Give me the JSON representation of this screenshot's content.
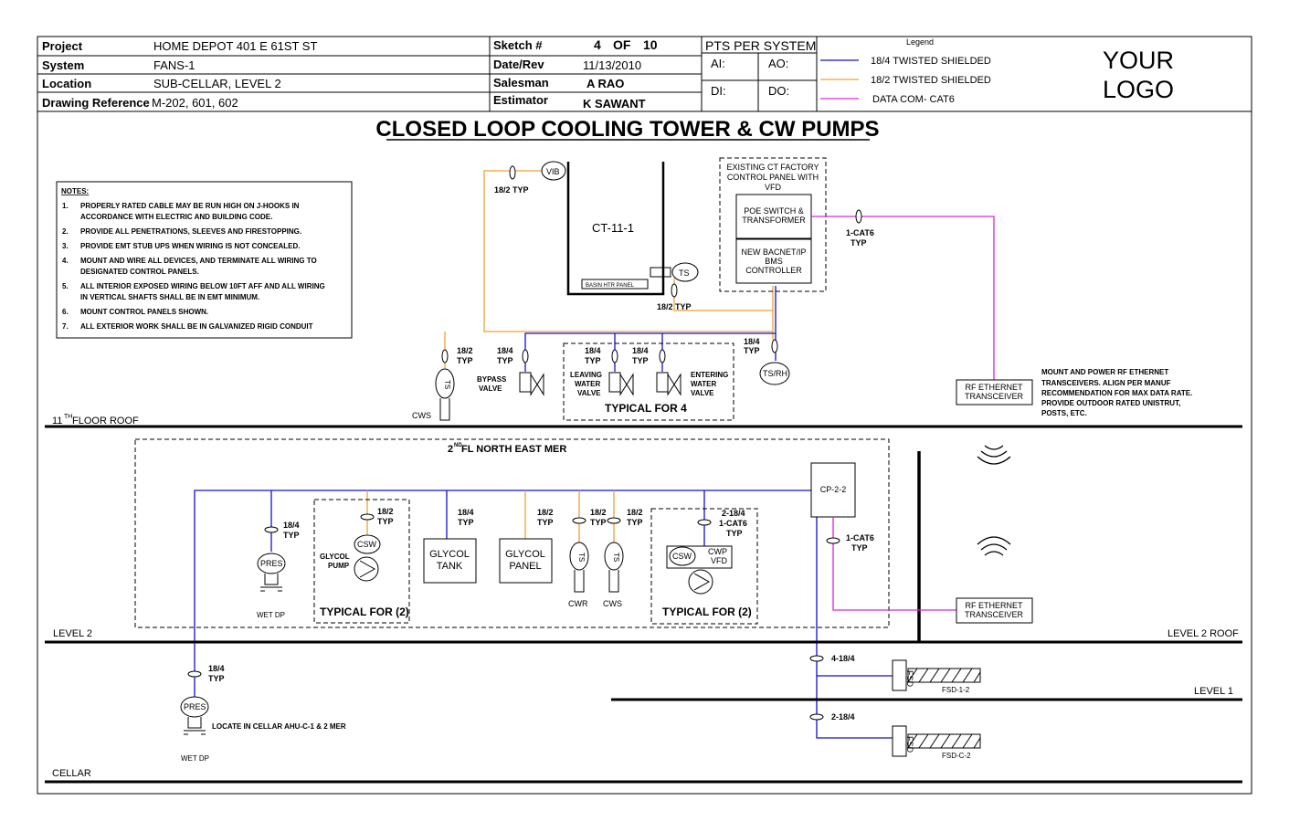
{
  "header": {
    "project_label": "Project",
    "project_value": "HOME DEPOT 401 E 61ST ST",
    "system_label": "System",
    "system_value": "FANS-1",
    "location_label": "Location",
    "location_value": "SUB-CELLAR, LEVEL 2",
    "drawing_ref_label": "Drawing Reference",
    "drawing_ref_value": "M-202, 601, 602",
    "sketch_label": "Sketch #",
    "sketch_num": "4",
    "sketch_of": "OF",
    "sketch_total": "10",
    "date_label": "Date/Rev",
    "date_value": "11/13/2010",
    "salesman_label": "Salesman",
    "salesman_value": "A RAO",
    "estimator_label": "Estimator",
    "estimator_value": "K SAWANT",
    "pts_title": "PTS PER SYSTEM",
    "ai_label": "AI:",
    "ao_label": "AO:",
    "di_label": "DI:",
    "do_label": "DO:"
  },
  "legend": {
    "title": "Legend",
    "items": [
      {
        "label": "18/4 TWISTED SHIELDED",
        "color": "#1010d0"
      },
      {
        "label": "18/2 TWISTED SHIELDED",
        "color": "#f0a030"
      },
      {
        "label": "DATA COM- CAT6",
        "color": "#e020e0"
      }
    ]
  },
  "logo": {
    "line1": "YOUR",
    "line2": "LOGO"
  },
  "title": "CLOSED LOOP COOLING TOWER & CW PUMPS",
  "notes": {
    "heading": "NOTES:",
    "items": [
      {
        "num": "1.",
        "l1": "PROPERLY RATED CABLE MAY BE RUN HIGH ON J-HOOKS IN",
        "l2": "ACCORDANCE WITH ELECTRIC AND BUILDING CODE."
      },
      {
        "num": "2.",
        "l1": "PROVIDE ALL PENETRATIONS, SLEEVES AND FIRESTOPPING.",
        "l2": ""
      },
      {
        "num": "3.",
        "l1": "PROVIDE EMT STUB UPS WHEN WIRING IS NOT CONCEALED.",
        "l2": ""
      },
      {
        "num": "4.",
        "l1": "MOUNT AND WIRE ALL DEVICES, AND TERMINATE ALL WIRING TO",
        "l2": "DESIGNATED CONTROL PANELS."
      },
      {
        "num": "5.",
        "l1": "ALL INTERIOR EXPOSED WIRING BELOW 10FT AFF AND ALL WIRING",
        "l2": "IN VERTICAL SHAFTS SHALL BE IN EMT MINIMUM."
      },
      {
        "num": "6.",
        "l1": "MOUNT CONTROL PANELS SHOWN.",
        "l2": ""
      },
      {
        "num": "7.",
        "l1": "ALL EXTERIOR WORK SHALL BE IN GALVANIZED RIGID CONDUIT",
        "l2": ""
      }
    ]
  },
  "roof": {
    "tower": "CT-11-1",
    "basin_htr": "BASIN HTR PANEL",
    "vib": "VIB",
    "ts": "TS",
    "tsrh": "TS/RH",
    "cable_182": "18/2",
    "cable_184": "18/4",
    "typ": "TYP",
    "cable_182_typ": "18/2 TYP",
    "cat6": "1-CAT6",
    "ct_panel_l1": "EXISTING CT FACTORY",
    "ct_panel_l2": "CONTROL PANEL WITH",
    "ct_panel_l3": "VFD",
    "poe_l1": "POE SWITCH &",
    "poe_l2": "TRANSFORMER",
    "bacnet_l1": "NEW BACNET/IP",
    "bacnet_l2": "BMS",
    "bacnet_l3": "CONTROLLER",
    "rf_l1": "RF ETHERNET",
    "rf_l2": "TRANSCEIVER",
    "rf_note_l1": "MOUNT AND POWER RF ETHERNET",
    "rf_note_l2": "TRANSCEIVERS.  ALIGN PER MANUF",
    "rf_note_l3": "RECOMMENDATION FOR MAX DATA RATE.",
    "rf_note_l4": "PROVIDE OUTDOOR RATED UNISTRUT,",
    "rf_note_l5": "POSTS, ETC.",
    "bypass_l1": "BYPASS",
    "bypass_l2": "VALVE",
    "leaving_l1": "LEAVING",
    "leaving_l2": "WATER",
    "leaving_l3": "VALVE",
    "entering_l1": "ENTERING",
    "entering_l2": "WATER",
    "entering_l3": "VALVE",
    "typical4": "TYPICAL FOR 4",
    "cws": "CWS",
    "floor_label": "11",
    "floor_sup": "TH",
    "floor_rest": " FLOOR ROOF"
  },
  "level2": {
    "mer_num": "2",
    "mer_sup": "ND",
    "mer_rest": " FL NORTH EAST MER",
    "cp": "CP-2-2",
    "pres": "PRES",
    "wet_dp": "WET DP",
    "csw": "CSW",
    "glycol_pump_l1": "GLYCOL",
    "glycol_pump_l2": "PUMP",
    "typical2": "TYPICAL FOR (2)",
    "glycol_tank_l1": "GLYCOL",
    "glycol_tank_l2": "TANK",
    "glycol_panel_l1": "GLYCOL",
    "glycol_panel_l2": "PANEL",
    "ts": "TS",
    "cwr": "CWR",
    "cws": "CWS",
    "cwp_l1": "CWP",
    "cwp_l2": "VFD",
    "cable_2184": "2-18/4",
    "cable_1cat6": "1-CAT6",
    "cat6": "1-CAT6",
    "rf_l1": "RF ETHERNET",
    "rf_l2": "TRANSCEIVER",
    "level2": "LEVEL 2",
    "level2_roof": "LEVEL 2 ROOF",
    "level1": "LEVEL 1",
    "cable_4184": "4-18/4",
    "cable_2184b": "2-18/4",
    "fsd": "FSD",
    "fsd1": "FSD-1-2",
    "fsdc": "FSD-C-2"
  },
  "cellar": {
    "pres": "PRES",
    "wet_dp": "WET DP",
    "locate_note": "LOCATE IN CELLAR AHU-C-1 & 2 MER",
    "label": "CELLAR"
  }
}
